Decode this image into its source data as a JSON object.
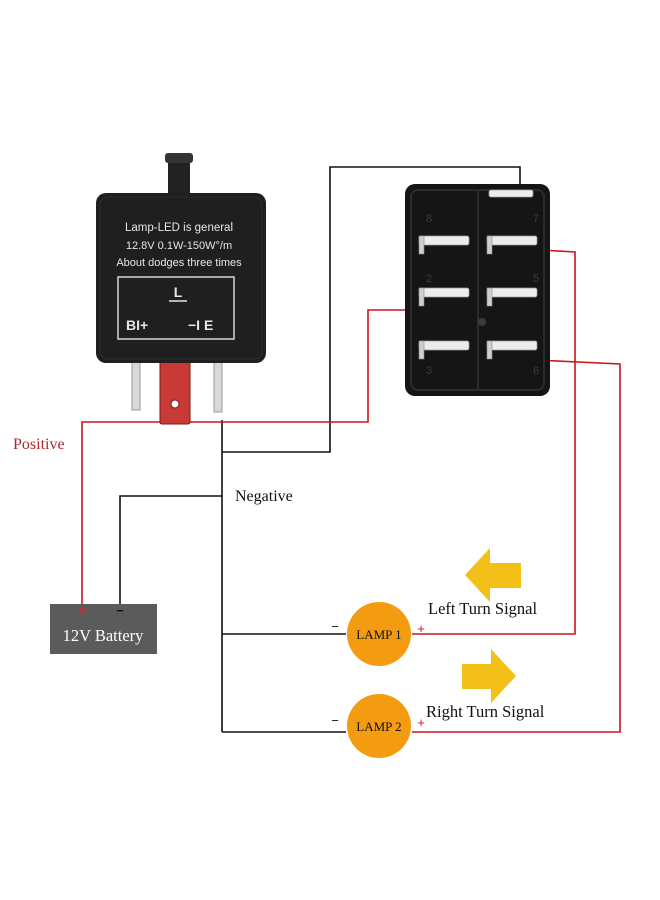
{
  "colors": {
    "wire_red": "#c8161d",
    "wire_black": "#111111",
    "lamp_fill": "#f39c12",
    "arrow_fill": "#f2c018",
    "battery_fill": "#5b5b5b",
    "flasher_body": "#1f1f1f",
    "switch_body": "#151515"
  },
  "flasher": {
    "line1": "Lamp-LED is general",
    "line2": "12.8V 0.1W-150W°/m",
    "line3": "About dodges three times",
    "terminal_l": "L",
    "terminal_b": "BI+",
    "terminal_e": "−I E"
  },
  "switch": {
    "pin_labels": [
      "8",
      "7",
      "2",
      "5",
      "3",
      "6"
    ]
  },
  "labels": {
    "positive": "Positive",
    "negative": "Negative",
    "left_turn": "Left Turn Signal",
    "right_turn": "Right Turn Signal"
  },
  "battery": {
    "label": "12V Battery",
    "plus": "+",
    "minus": "−"
  },
  "lamp1": {
    "label": "LAMP 1",
    "minus": "−",
    "plus": "+"
  },
  "lamp2": {
    "label": "LAMP 2",
    "minus": "−",
    "plus": "+"
  },
  "icons": {
    "left_arrow": "arrow-left-icon",
    "right_arrow": "arrow-right-icon"
  }
}
